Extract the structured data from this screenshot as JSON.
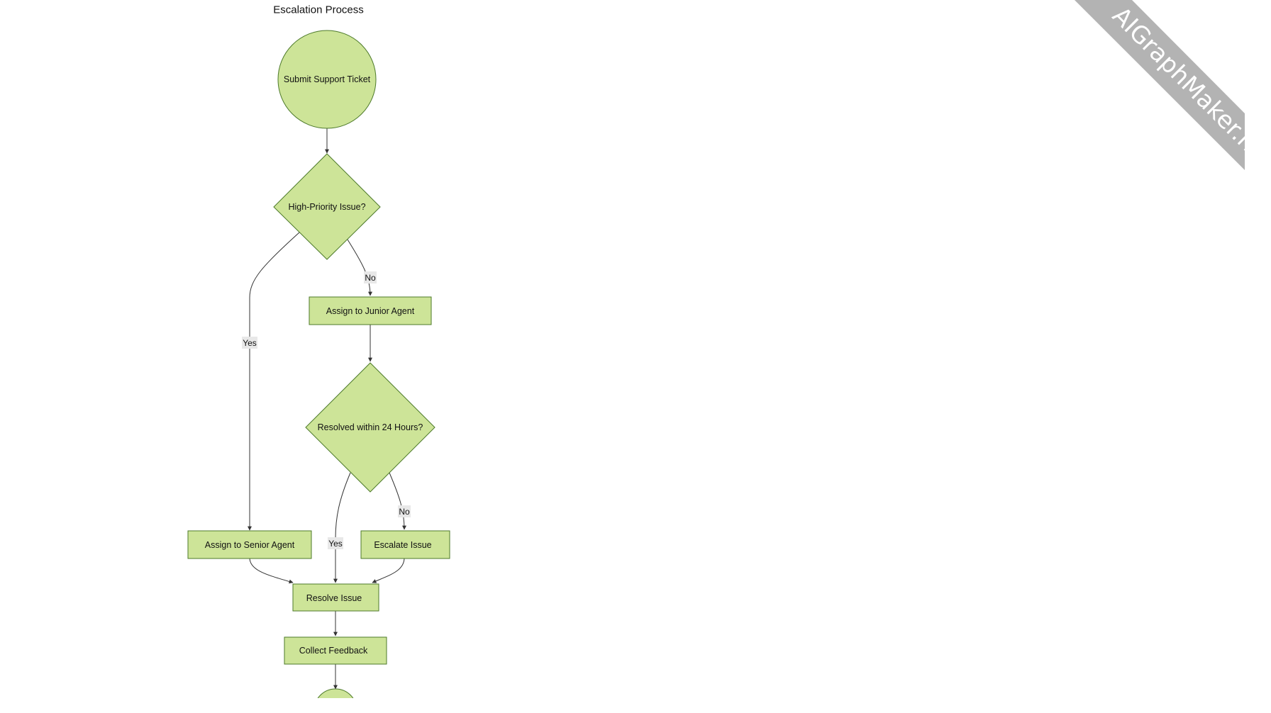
{
  "diagram": {
    "title": "Escalation Process",
    "nodes": {
      "submit": "Submit Support Ticket",
      "high_priority": "High-Priority Issue?",
      "junior_agent": "Assign to Junior Agent",
      "resolved_24h": "Resolved within 24 Hours?",
      "senior_agent": "Assign to Senior Agent",
      "escalate": "Escalate Issue",
      "resolve": "Resolve Issue",
      "feedback": "Collect Feedback"
    },
    "edge_labels": {
      "high_priority_yes": "Yes",
      "high_priority_no": "No",
      "resolved_yes": "Yes",
      "resolved_no": "No"
    }
  },
  "watermark": {
    "text": "AIGraphMaker.n"
  },
  "colors": {
    "node_fill": "#cde498",
    "node_stroke": "#4d7a2a",
    "edge": "#333333",
    "edge_label_bg": "#e8e8e8",
    "watermark_band": "#b3b3b3"
  }
}
